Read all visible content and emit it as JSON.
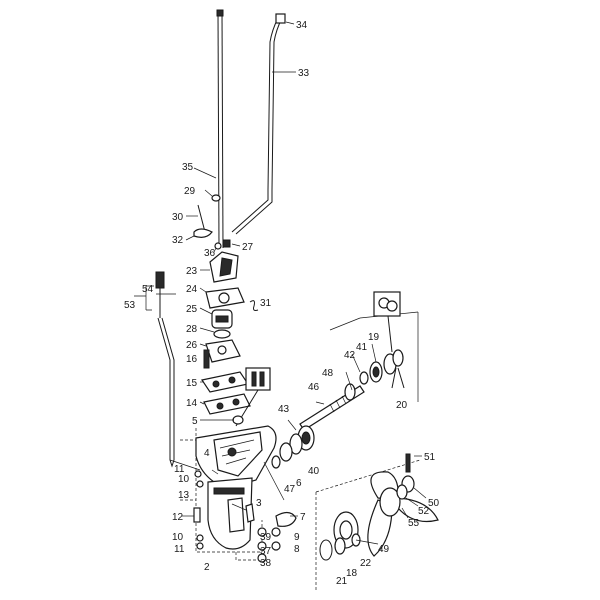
{
  "callouts": {
    "c1": "34",
    "c2": "33",
    "c3": "35",
    "c4": "29",
    "c5": "30",
    "c6": "32",
    "c7": "36",
    "c8": "27",
    "c9": "23",
    "c10": "24",
    "c11": "31",
    "c12": "25",
    "c13": "28",
    "c14": "26",
    "c15": "16",
    "c16": "15",
    "c17": "14",
    "c18": "5",
    "c19": "4",
    "c20": "11",
    "c21": "10",
    "c22": "13",
    "c23": "3",
    "c24": "12",
    "c25": "10",
    "c26": "11",
    "c27": "2",
    "c28": "7",
    "c29": "39",
    "c30": "9",
    "c31": "37",
    "c32": "8",
    "c33": "38",
    "c34": "53",
    "c35": "54",
    "c36": "19",
    "c37": "41",
    "c38": "42",
    "c39": "48",
    "c40": "46",
    "c41": "20",
    "c42": "43",
    "c43": "40",
    "c44": "6",
    "c45": "47",
    "c46": "51",
    "c47": "50",
    "c48": "52",
    "c49": "55",
    "c50": "49",
    "c51": "22",
    "c52": "18",
    "c53": "21"
  }
}
